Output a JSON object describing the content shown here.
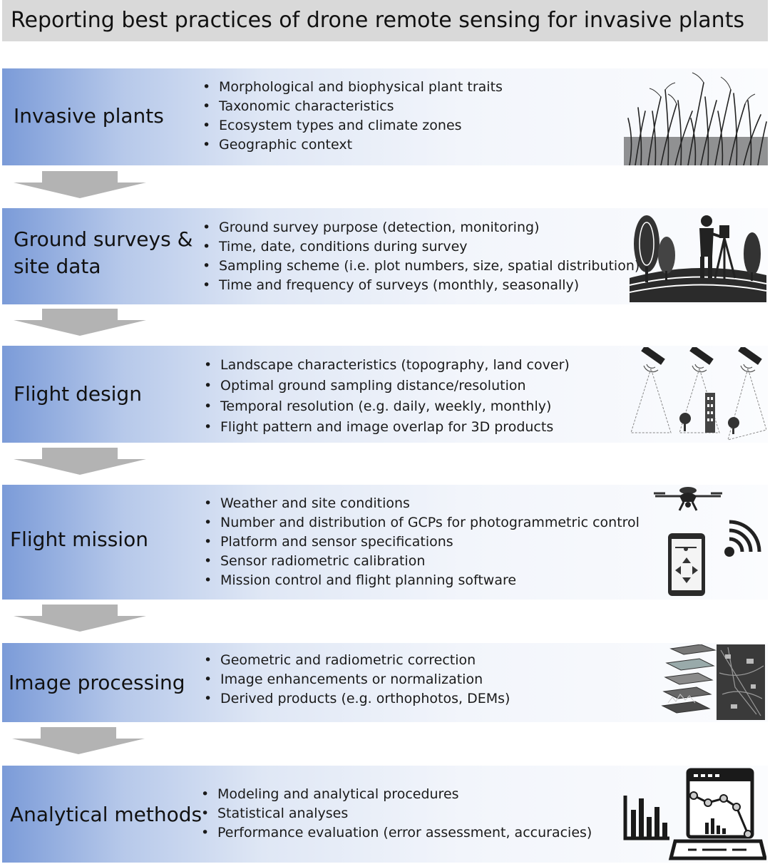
{
  "title": "Reporting best practices of drone remote sensing for invasive plants",
  "stages": [
    {
      "title_lines": [
        "Invasive plants"
      ],
      "bullets": [
        "Morphological and biophysical plant traits",
        "Taxonomic characteristics",
        "Ecosystem types and climate zones",
        "Geographic context"
      ],
      "icon": "grass-icon"
    },
    {
      "title_lines": [
        "Ground surveys &",
        "site data"
      ],
      "bullets": [
        "Ground survey purpose (detection, monitoring)",
        "Time, date, conditions during survey",
        "Sampling scheme (i.e. plot numbers, size, spatial distribution)",
        "Time and frequency of surveys (monthly, seasonally)"
      ],
      "icon": "surveyor-icon"
    },
    {
      "title_lines": [
        "Flight design"
      ],
      "bullets": [
        "Landscape characteristics (topography, land cover)",
        "Optimal ground sampling distance/resolution",
        "Temporal resolution (e.g. daily, weekly, monthly)",
        "Flight pattern and image overlap for 3D products"
      ],
      "icon": "satellite-coverage-icon"
    },
    {
      "title_lines": [
        "Flight mission"
      ],
      "bullets": [
        "Weather and site conditions",
        "Number and distribution of GCPs for photogrammetric control",
        "Platform and sensor specifications",
        "Sensor radiometric calibration",
        "Mission control and flight planning software"
      ],
      "icon": "drone-controller-icon"
    },
    {
      "title_lines": [
        "Image processing"
      ],
      "bullets": [
        "Geometric and radiometric correction",
        "Image enhancements or normalization",
        "Derived products (e.g. orthophotos, DEMs)"
      ],
      "icon": "image-layers-icon"
    },
    {
      "title_lines": [
        "Analytical methods"
      ],
      "bullets": [
        "Modeling and analytical procedures",
        "Statistical analyses",
        "Performance evaluation (error assessment, accuracies)"
      ],
      "icon": "analytics-laptop-icon"
    }
  ],
  "colors": {
    "panel_gradient_start": "#7b9bd8",
    "panel_gradient_end": "#fbfcfe",
    "arrow": "#b3b3b3",
    "title_bar": "#d9d9d9"
  }
}
